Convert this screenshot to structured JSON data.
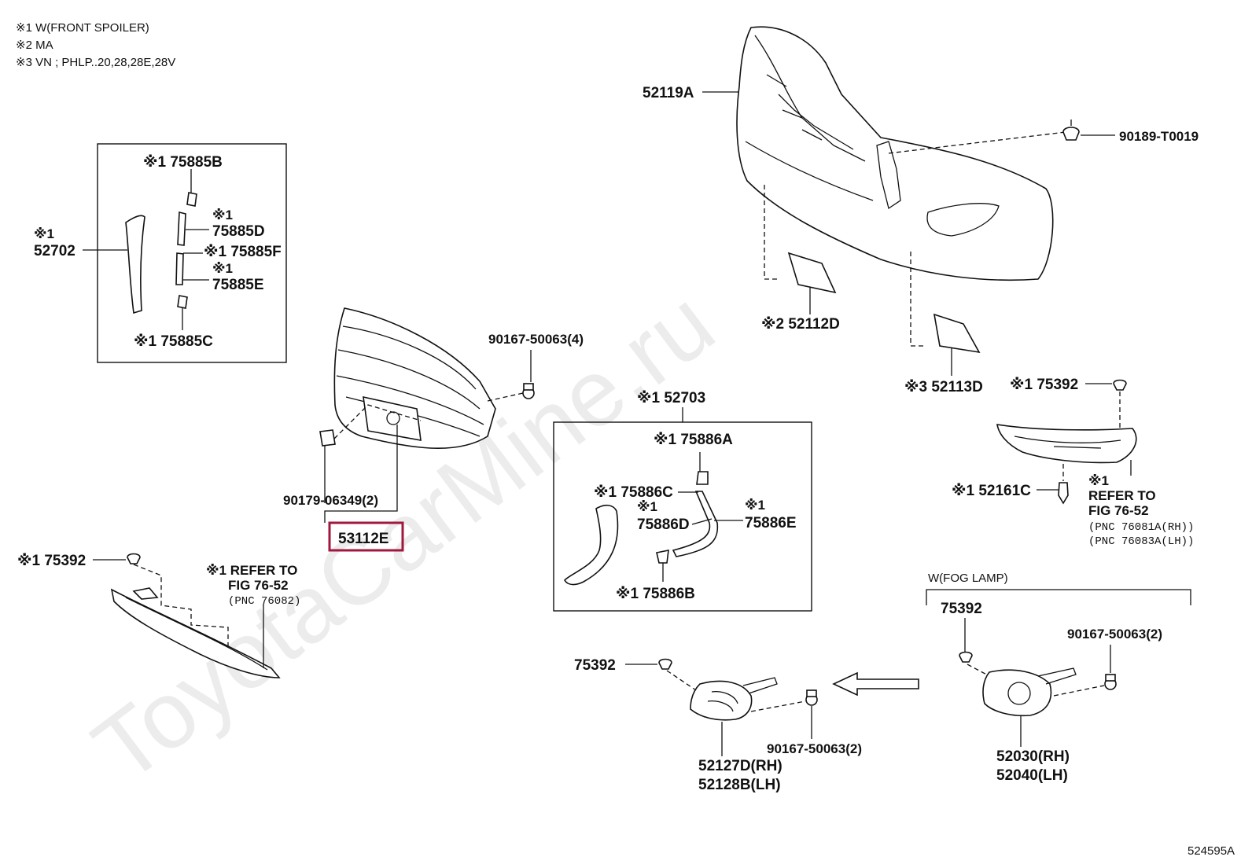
{
  "notes": [
    "※1 W(FRONT SPOILER)",
    "※2 MA",
    "※3 VN ; PHLP..20,28,28E,28V"
  ],
  "watermark": "ToyotaCarMine.ru",
  "diagram_id": "524595A",
  "highlight_color": "#a0183c",
  "labels": {
    "l52119A": "52119A",
    "l90189": "90189-T0019",
    "l52112D": "※2 52112D",
    "l52113D": "※3 52113D",
    "l75885B": "※1 75885B",
    "l52702a": "※1",
    "l52702b": "52702",
    "l75885Da": "※1",
    "l75885Db": "75885D",
    "l75885F": "※1 75885F",
    "l75885Ea": "※1",
    "l75885Eb": "75885E",
    "l75885C": "※1 75885C",
    "l90167a": "90167-50063(4)",
    "l90179": "90179-06349(2)",
    "l53112E": "53112E",
    "l52703": "※1 52703",
    "l75886A": "※1 75886A",
    "l75886C": "※1 75886C",
    "l75886Da": "※1",
    "l75886Db": "75886D",
    "l75886Ea": "※1",
    "l75886Eb": "75886E",
    "l75886B": "※1 75886B",
    "l75392r": "※1 75392",
    "l52161C": "※1 52161C",
    "lref1a": "※1",
    "lref1b": "REFER TO",
    "lref1c": "FIG 76-52",
    "lref1d": "(PNC 76081A(RH))",
    "lref1e": "(PNC 76083A(LH))",
    "l75392l": "※1 75392",
    "lref2a": "※1 REFER TO",
    "lref2b": "FIG 76-52",
    "lref2c": "(PNC 76082)",
    "lfog": "W(FOG LAMP)",
    "l75392f": "75392",
    "l90167b": "90167-50063(2)",
    "l75392c": "75392",
    "l90167c": "90167-50063(2)",
    "l52127D": "52127D(RH)",
    "l52128B": "52128B(LH)",
    "l52030": "52030(RH)",
    "l52040": "52040(LH)"
  }
}
